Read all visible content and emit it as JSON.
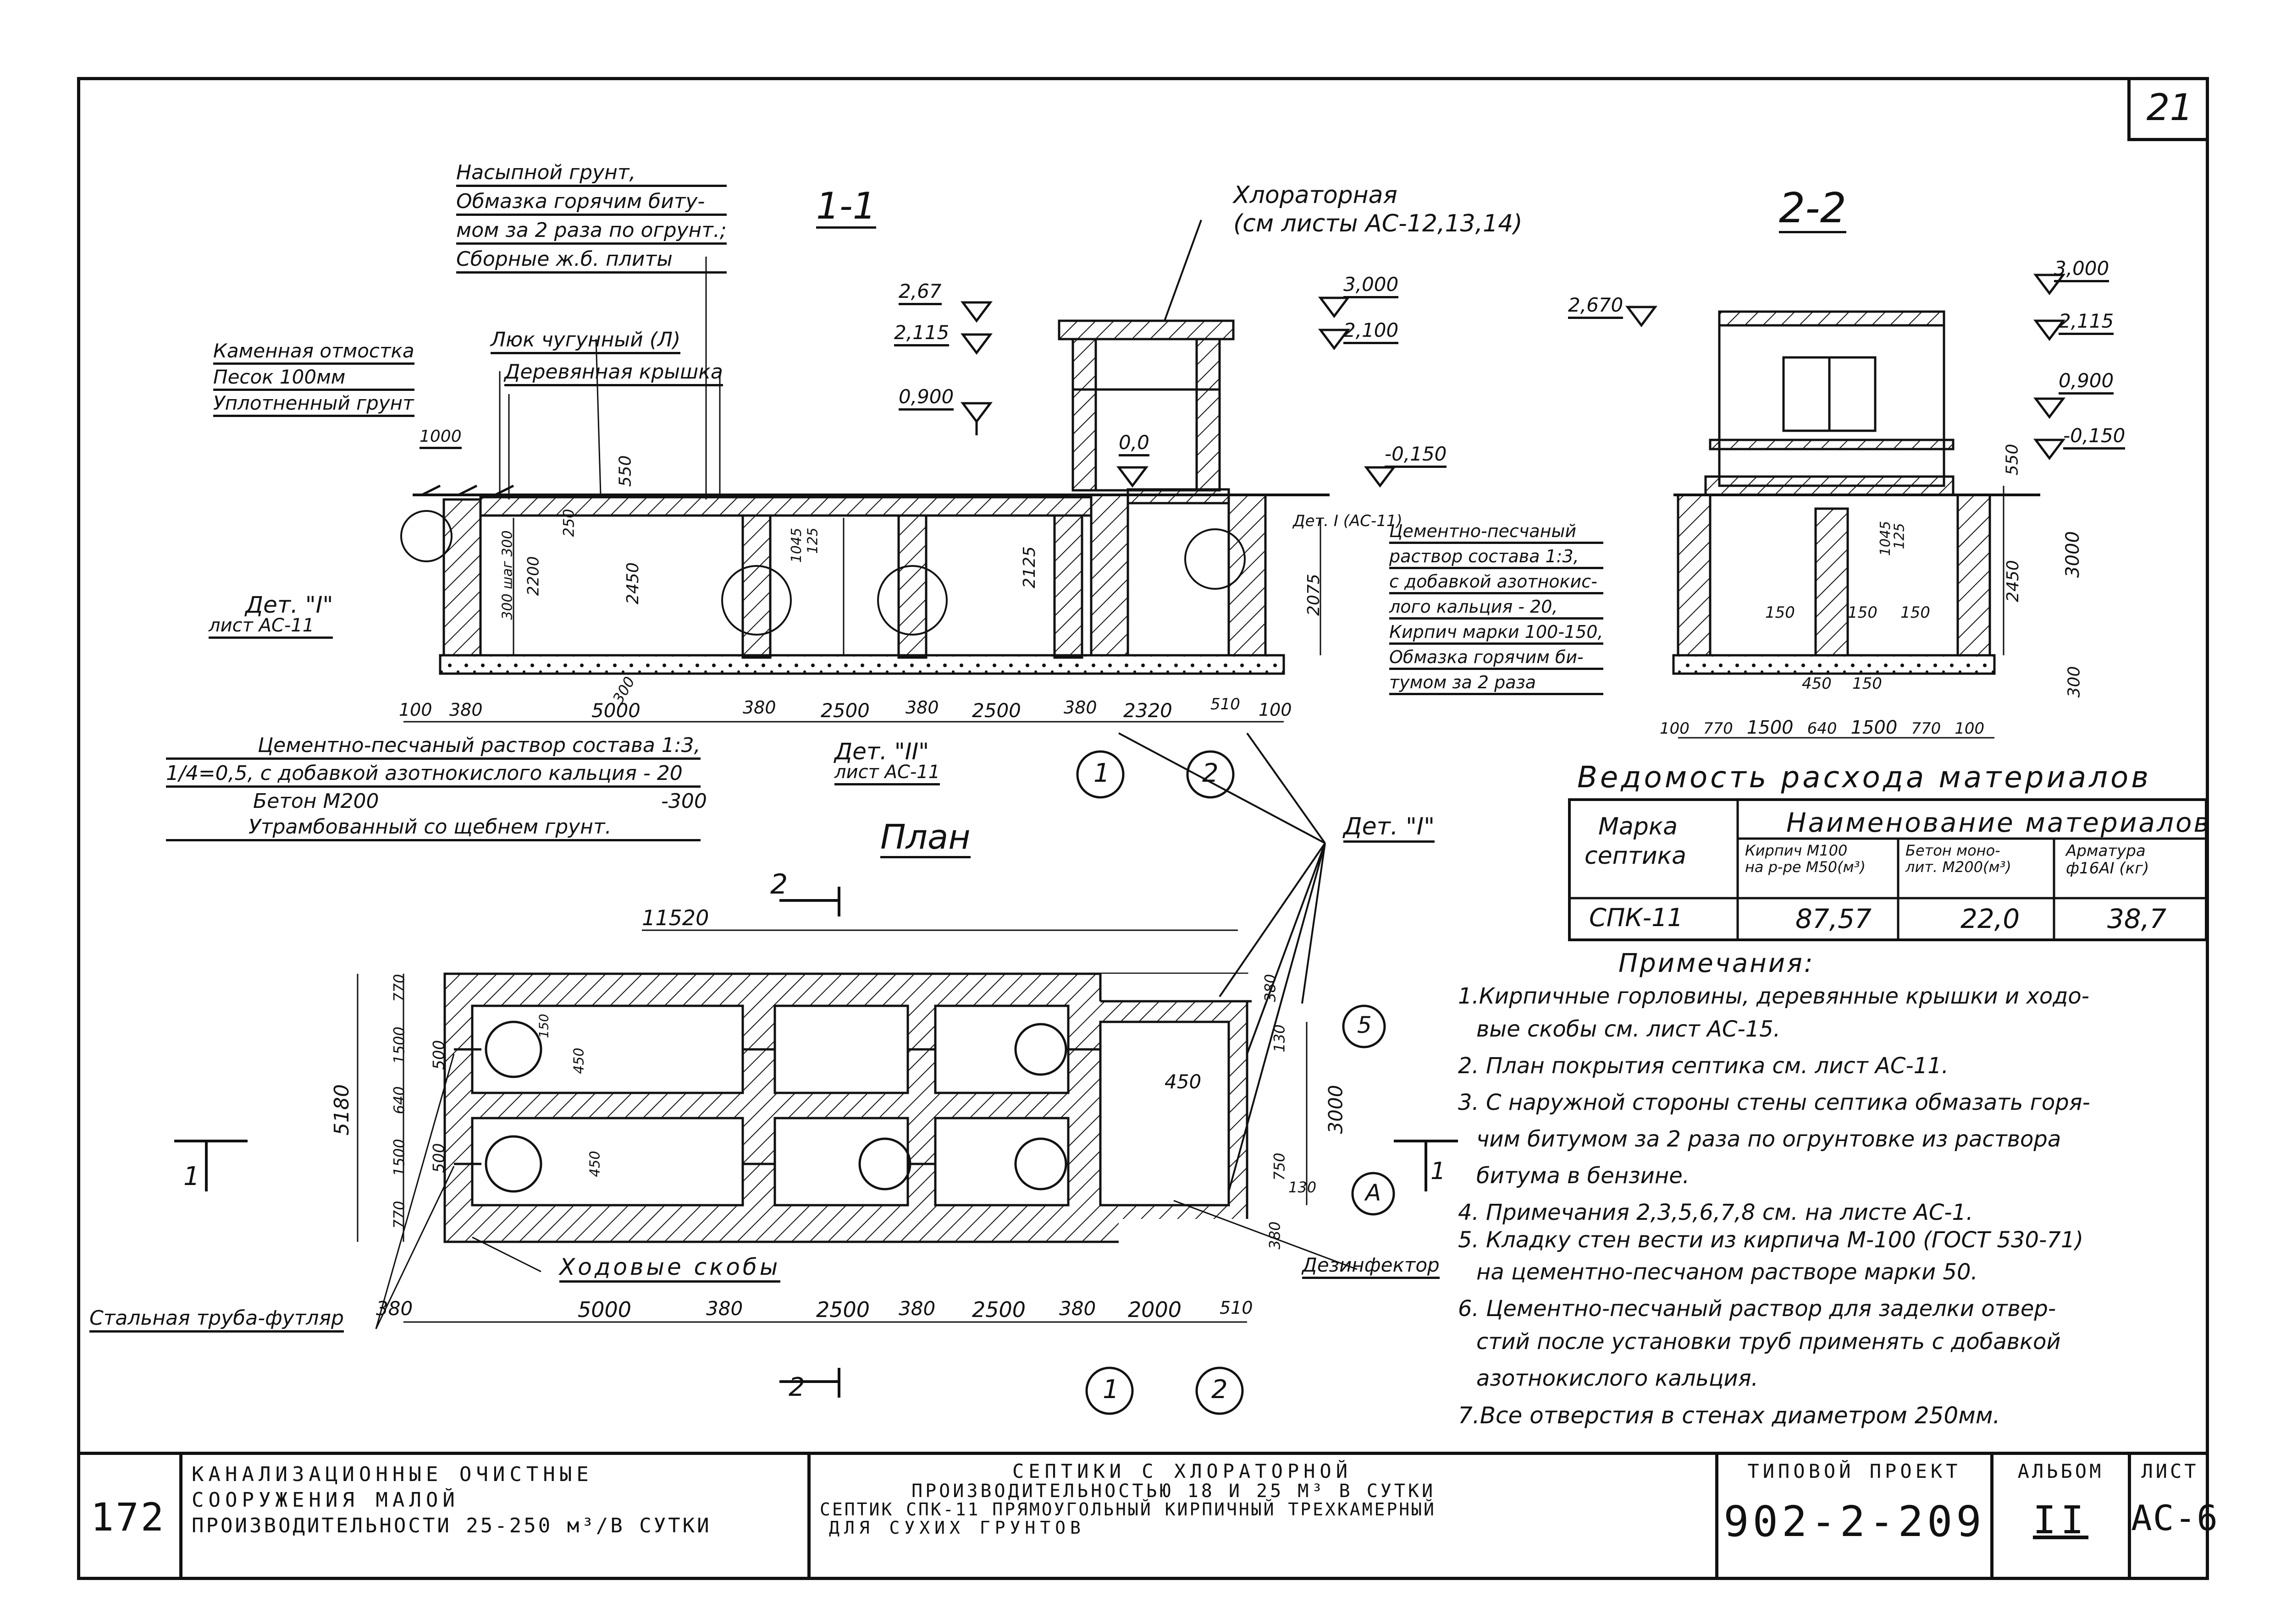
{
  "sheet_number": "21",
  "section_1_1": {
    "title": "1-1",
    "ground_note": [
      "Насыпной грунт,",
      "Обмазка горячим биту-",
      "мом за 2 раза по огрунт.;",
      "Сборные ж.б. плиты"
    ],
    "chlorinator": [
      "Хлораторная",
      "(см листы АС-12,13,14)"
    ],
    "paving": [
      "Каменная отмостка",
      "Песок 100мм",
      "Уплотненный грунт"
    ],
    "hatch": "Люк чугунный (Л)",
    "lid": "Деревянная крышка",
    "levels": [
      "2,67",
      "2,115",
      "0,900",
      "3,000",
      "2,100",
      "0,0",
      "-0,150"
    ],
    "dims_vertical": [
      "550",
      "250",
      "2450",
      "2200",
      "300 шаг 300",
      "300",
      "1045",
      "125",
      "2125",
      "2075",
      "1000"
    ],
    "det1_link": "Дет. I (АС-11)",
    "det1_label": [
      "Дет. \"I\"",
      "лист АС-11"
    ],
    "mortar_note": [
      "Цементно-песчаный",
      "раствор состава 1:3,",
      "с добавкой азотнокис-",
      "лого кальция - 20,",
      "Кирпич марки 100-150,",
      "Обмазка горячим би-",
      "тумом за 2 раза"
    ],
    "bottom_dims": [
      "100",
      "380",
      "5000",
      "380",
      "2500",
      "380",
      "2500",
      "380",
      "2320",
      "510",
      "100"
    ],
    "base_note": [
      "Цементно-песчаный раствор состава 1:3,",
      "1/4=0,5, с добавкой азотнокислого кальция - 20",
      "Бетон М200",
      "-300",
      "Утрамбованный со щебнем грунт."
    ],
    "det2": [
      "Дет. \"II\"",
      "лист АС-11"
    ],
    "axes": [
      "1",
      "2"
    ]
  },
  "section_2_2": {
    "title": "2-2",
    "levels": [
      "2,670",
      "3,000",
      "2,115",
      "0,900",
      "-0,150"
    ],
    "dims_vertical": [
      "550",
      "2450",
      "3000",
      "300",
      "1045",
      "125"
    ],
    "inner_dims": [
      "150",
      "150",
      "150",
      "450",
      "150"
    ],
    "bottom_dims": [
      "100",
      "770",
      "1500",
      "640",
      "1500",
      "770",
      "100"
    ]
  },
  "plan": {
    "title": "План",
    "section_mark": "2",
    "section_mark_2": "1",
    "overall": "11520",
    "det1": "Дет. \"I\"",
    "dims_left": [
      "770",
      "1500",
      "640",
      "1500",
      "770"
    ],
    "overall_height": "5180",
    "side_dims": [
      "500",
      "500",
      "450",
      "450",
      "130",
      "450",
      "750",
      "130",
      "3000",
      "380",
      "380",
      "150"
    ],
    "axes": [
      "5",
      "А",
      "1",
      "2"
    ],
    "ladder": "Ходовые скобы",
    "pipe": "Стальная труба-футляр",
    "disinfector": "Дезинфектор",
    "bottom_dims": [
      "380",
      "5000",
      "380",
      "2500",
      "380",
      "2500",
      "380",
      "2000",
      "510"
    ]
  },
  "materials": {
    "title": "Ведомость расхода материалов",
    "col_mark": [
      "Марка",
      "септика"
    ],
    "col_group": "Наименование материалов",
    "col_brick": [
      "Кирпич М100",
      "на р-ре М50(м³)"
    ],
    "col_concrete": [
      "Бетон моно-",
      "лит. М200(м³)"
    ],
    "col_rebar": [
      "Арматура",
      "ф16АI (кг)"
    ],
    "row": {
      "mark": "СПК-11",
      "brick": "87,57",
      "concrete": "22,0",
      "rebar": "38,7"
    }
  },
  "notes": {
    "title": "Примечания:",
    "lines": [
      "1.Кирпичные горловины, деревянные крышки и ходо-",
      "вые скобы см. лист АС-15.",
      "2. План покрытия септика см. лист АС-11.",
      "3. С наружной стороны стены септика обмазать горя-",
      "чим битумом за 2 раза по огрунтовке из раствора",
      "битума в бензине.",
      "4. Примечания 2,3,5,6,7,8 см. на листе АС-1.",
      "5. Кладку стен вести из кирпича М-100 (ГОСТ 530-71)",
      "на цементно-песчаном растворе марки 50.",
      "6. Цементно-песчаный раствор для заделки отвер-",
      "стий после установки труб применять с добавкой",
      "азотнокислого кальция.",
      "7.Все отверстия в стенах диаметром 250мм."
    ]
  },
  "title_block": {
    "page": "172",
    "org": [
      "КАНАЛИЗАЦИОННЫЕ ОЧИСТНЫЕ",
      "СООРУЖЕНИЯ МАЛОЙ",
      "ПРОИЗВОДИТЕЛЬНОСТИ  25-250 м³/В СУТКИ"
    ],
    "title": [
      "СЕПТИКИ С ХЛОРАТОРНОЙ",
      "ПРОИЗВОДИТЕЛЬНОСТЬЮ 18 И 25 М³ В СУТКИ",
      "СЕПТИК СПК-11 ПРЯМОУГОЛЬНЫЙ КИРПИЧНЫЙ ТРЕХКАМЕРНЫЙ",
      "ДЛЯ СУХИХ ГРУНТОВ"
    ],
    "project_label": "ТИПОВОЙ ПРОЕКТ",
    "project_value": "902-2-209",
    "album_label": "АЛЬБОМ",
    "album_value": "II",
    "sheet_label": "ЛИСТ",
    "sheet_value": "АС-6"
  }
}
